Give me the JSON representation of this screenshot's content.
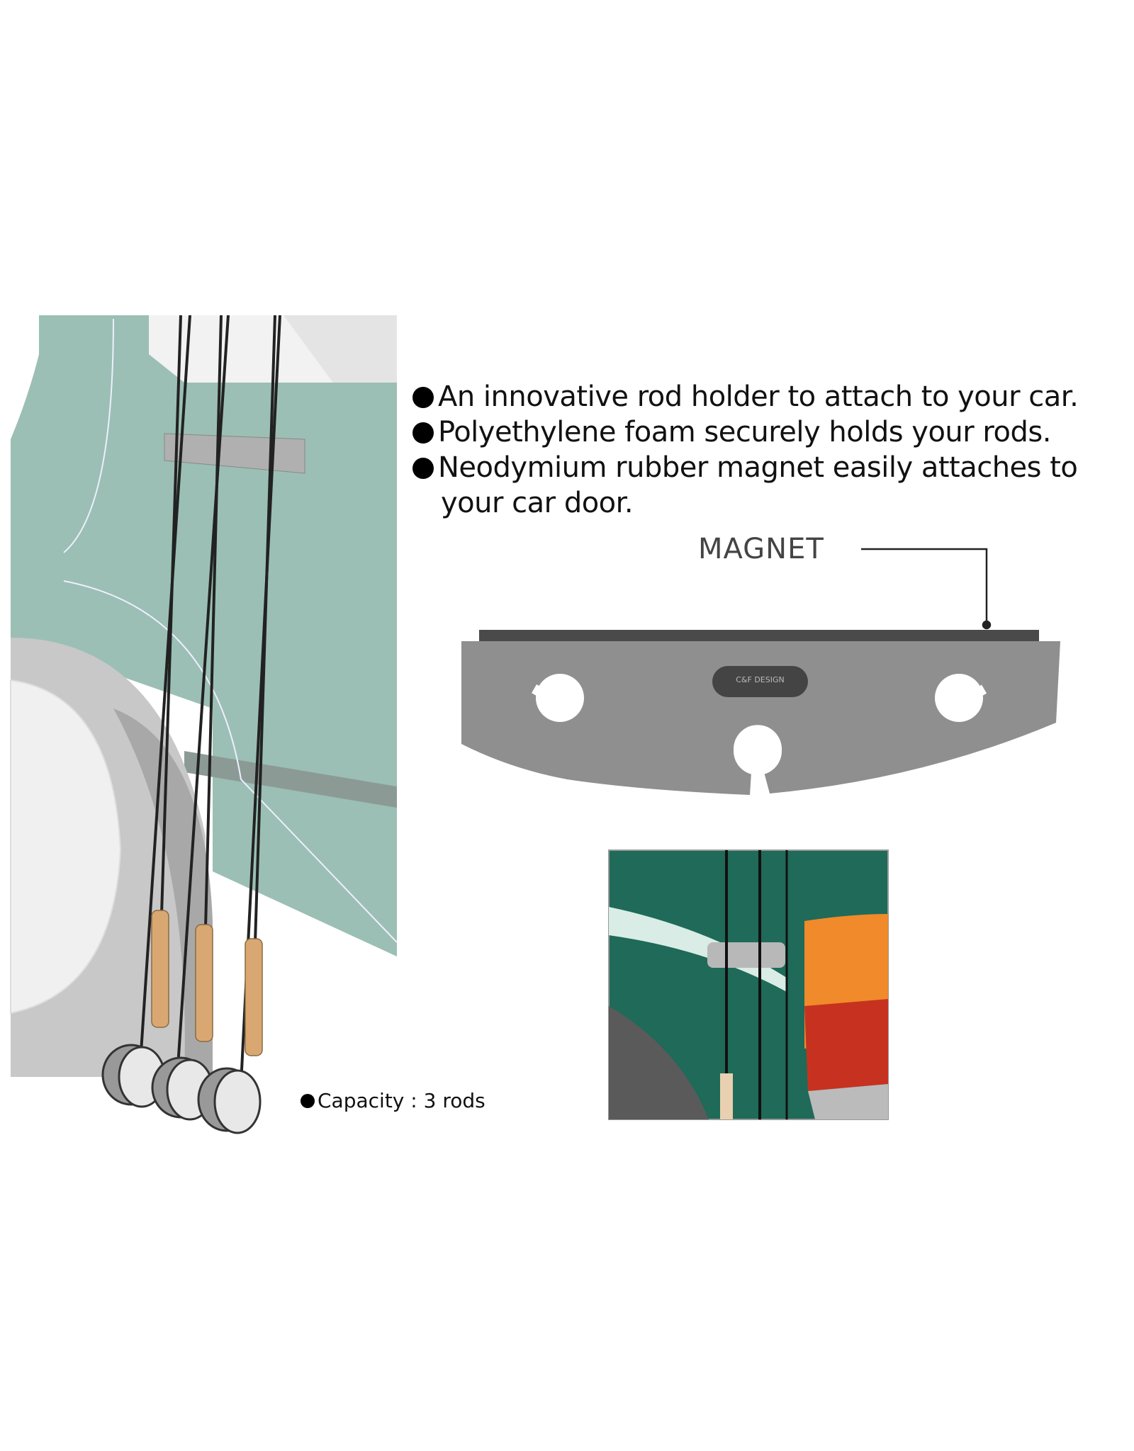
{
  "features": [
    "An innovative rod holder to attach to your car.",
    "Polyethylene foam securely holds your rods.",
    "Neodymium rubber magnet easily attaches to",
    "your car door."
  ],
  "magnet_label": "MAGNET",
  "brand_badge": "C&F DESIGN",
  "capacity": "Capacity : 3 rods",
  "colors": {
    "car_teal": "#9bbfb4",
    "holder_gray": "#8f8f8f",
    "magnet_strip": "#4a4a4a",
    "photo_green": "#1f6a58"
  }
}
